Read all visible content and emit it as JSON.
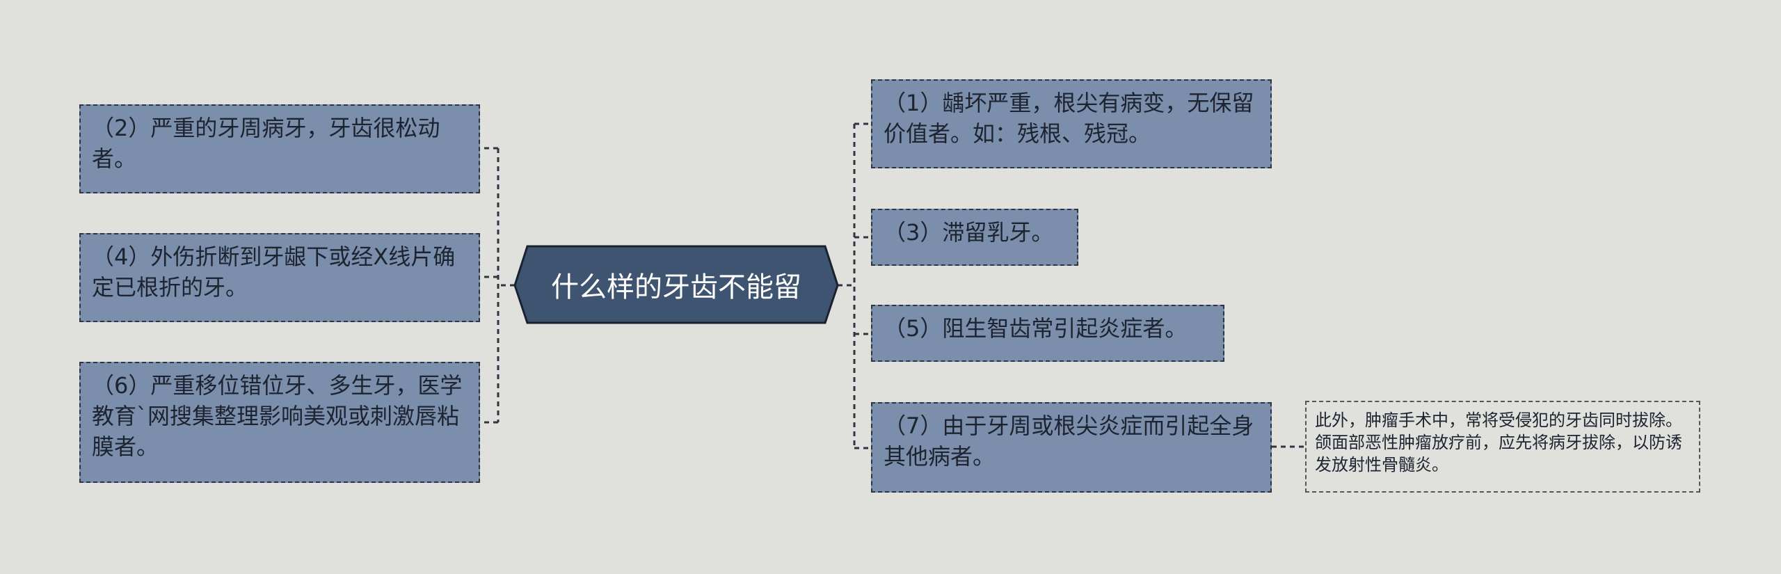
{
  "center": {
    "label": "什么样的牙齿不能留"
  },
  "left_branches": [
    {
      "text": "（2）严重的牙周病牙，牙齿很松动者。"
    },
    {
      "text": "（4）外伤折断到牙龈下或经X线片确定已根折的牙。"
    },
    {
      "text": "（6）严重移位错位牙、多生牙，医学教育`网搜集整理影响美观或刺激唇粘膜者。"
    }
  ],
  "right_branches": [
    {
      "text": "（1）龋坏严重，根尖有病变，无保留价值者。如：残根、残冠。"
    },
    {
      "text": "（3）滞留乳牙。"
    },
    {
      "text": "（5）阻生智齿常引起炎症者。"
    },
    {
      "text": "（7）由于牙周或根尖炎症而引起全身其他病者。"
    }
  ],
  "note": {
    "text": "此外，肿瘤手术中，常将受侵犯的牙齿同时拔除。颌面部恶性肿瘤放疗前，应先将病牙拔除，以防诱发放射性骨髓炎。"
  },
  "colors": {
    "background": "#e0e1dc",
    "center_fill": "#3f5470",
    "node_fill": "#7b8eab",
    "line": "#2e3440"
  }
}
